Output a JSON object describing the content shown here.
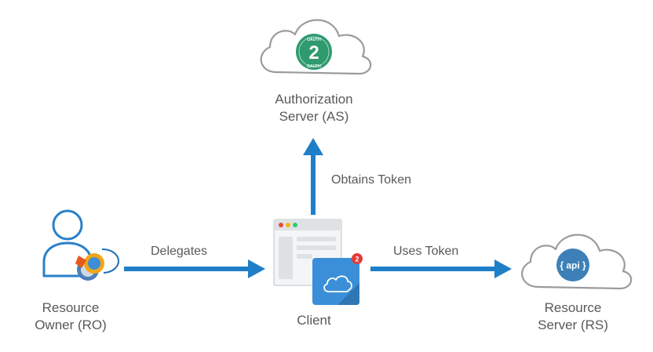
{
  "colors": {
    "arrow": "#1f7ec8",
    "cloud_stroke": "#9b9b9b",
    "text": "#595959",
    "oauth_badge": "#2e9a6e",
    "api_badge": "#3d80b8",
    "app_tile": "#3a8fd8",
    "notification": "#e53935"
  },
  "nodes": {
    "authorization_server": {
      "line1": "Authorization",
      "line2": "Server (AS)",
      "badge_number": "2",
      "badge_text_top": "OAUTH",
      "badge_text_bottom": "OAUTH"
    },
    "resource_owner": {
      "line1": "Resource",
      "line2": "Owner (RO)"
    },
    "client": {
      "label": "Client",
      "notification_count": "2"
    },
    "resource_server": {
      "line1": "Resource",
      "line2": "Server (RS)",
      "badge_text": "{ api }"
    }
  },
  "edges": {
    "delegates": "Delegates",
    "obtains_token": "Obtains Token",
    "uses_token": "Uses Token"
  }
}
